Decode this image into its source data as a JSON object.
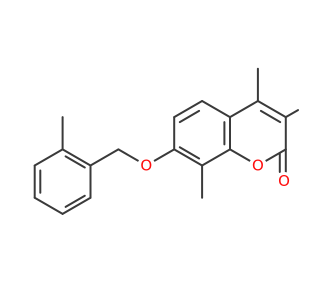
{
  "molecule": {
    "atoms": {
      "ether_oxygen": {
        "label": "O",
        "color": "#ff0d0d"
      },
      "ring_oxygen": {
        "label": "O",
        "color": "#ff0d0d"
      },
      "carbonyl_oxygen": {
        "label": "O",
        "color": "#ff0d0d"
      }
    },
    "bond_color": "#3a3a3a"
  }
}
